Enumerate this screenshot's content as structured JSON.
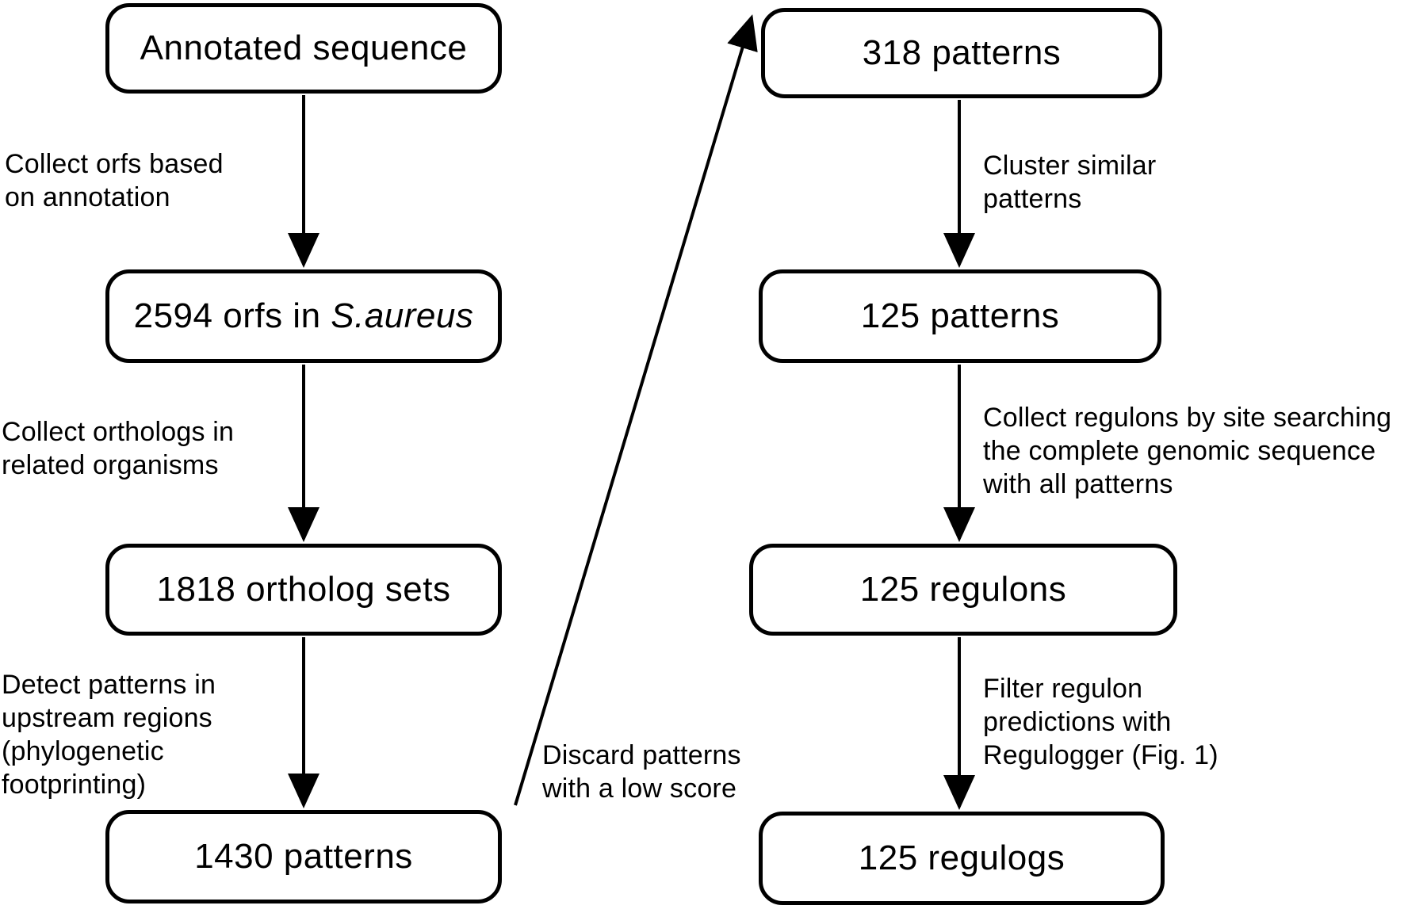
{
  "figure": {
    "type": "flowchart",
    "background_color": "#ffffff",
    "ink_color": "#000000"
  },
  "nodes": {
    "annotated_sequence": "Annotated sequence",
    "orfs_prefix": "2594 orfs in ",
    "orfs_species": "S.aureus",
    "ortholog_sets": "1818 ortholog sets",
    "patterns_1430": "1430 patterns",
    "patterns_318": "318 patterns",
    "patterns_125": "125 patterns",
    "regulons_125": "125 regulons",
    "regulogs_125": "125 regulogs"
  },
  "edge_labels": {
    "collect_orfs": "Collect orfs based\non annotation",
    "collect_orthologs": "Collect orthologs in\nrelated organisms",
    "detect_patterns": "Detect patterns in\nupstream regions\n(phylogenetic\nfootprinting)",
    "discard_patterns": "Discard patterns\nwith a low score",
    "cluster_patterns": "Cluster similar\npatterns",
    "collect_regulons": "Collect regulons by site searching\nthe complete genomic sequence\nwith all patterns",
    "filter_regulons": "Filter regulon\npredictions with\nRegulogger (Fig. 1)"
  }
}
